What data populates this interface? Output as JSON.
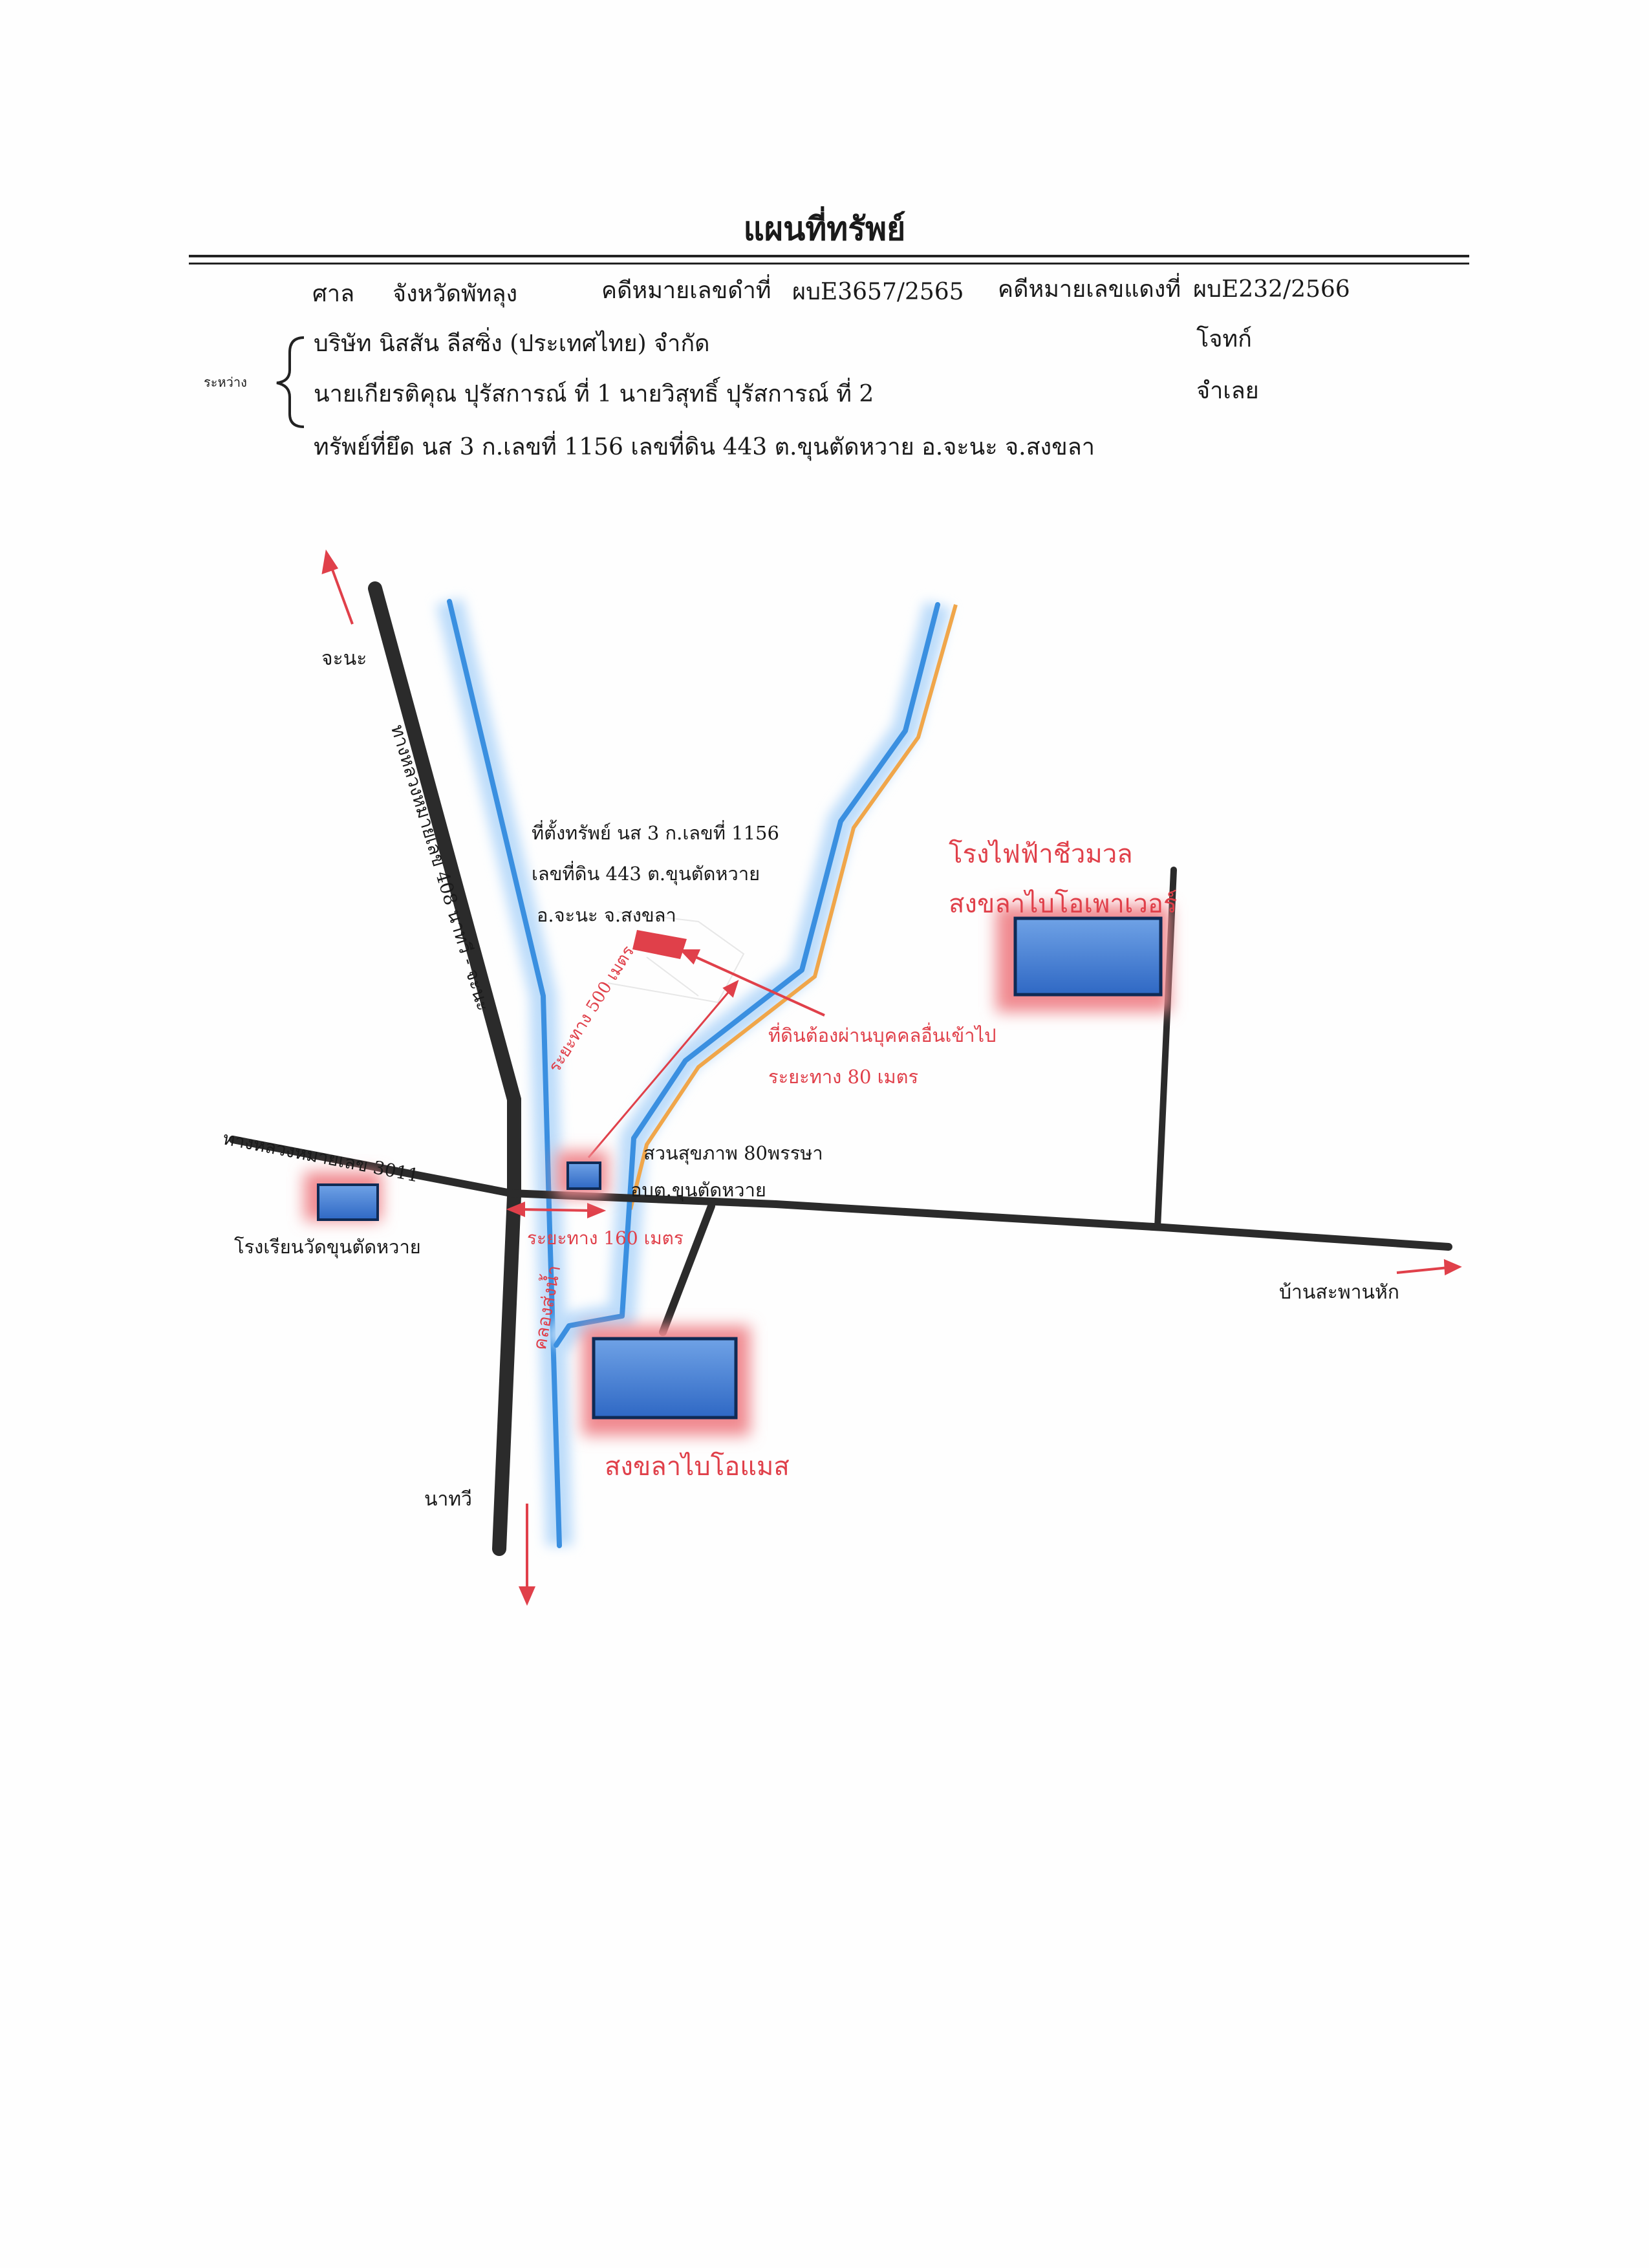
{
  "header": {
    "title": "แผนที่ทรัพย์",
    "court_label": "ศาล",
    "court_value": "จังหวัดพัทลุง",
    "black_case_label": "คดีหมายเลขดำที่",
    "black_case_value": "ผบE3657/2565",
    "red_case_label": "คดีหมายเลขแดงที่",
    "red_case_value": "ผบE232/2566",
    "between_label": "ระหว่าง",
    "plaintiff": "บริษัท นิสสัน ลีสซิ่ง (ประเทศไทย) จำกัด",
    "plaintiff_role": "โจทก์",
    "defendant": "นายเกียรติคุณ ปุรัสการณ์ ที่ 1 นายวิสุทธิ์ ปุรัสการณ์ ที่ 2",
    "defendant_role": "จำเลย",
    "seized_property": "ทรัพย์ที่ยึด  นส 3 ก.เลขที่ 1156 เลขที่ดิน 443  ต.ขุนตัดหวาย อ.จะนะ จ.สงขลา"
  },
  "map": {
    "direction_north": "จะนะ",
    "direction_south": "นาทวี",
    "direction_east": "บ้านสะพานหัก",
    "highway_label": "ทางหลวงหมายเลข 408 นาทวี - จะนะ",
    "road_3011_label": "ทางหลวงหมายเลข 3011",
    "property_location_line1": "ที่ตั้งทรัพย์ นส 3 ก.เลขที่ 1156",
    "property_location_line2": "เลขที่ดิน 443  ต.ขุนตัดหวาย",
    "property_location_line3": "อ.จะนะ จ.สงขลา",
    "access_note_line1": "ที่ดินต้องผ่านบุคคลอื่นเข้าไป",
    "access_note_line2": "ระยะทาง 80 เมตร",
    "distance_500": "ระยะทาง 500 เมตร",
    "distance_160": "ระยะทาง 160 เมตร",
    "canal_label": "คลองส่งน้ำ",
    "park_line1": "สวนสุขภาพ 80พรรษา",
    "park_line2": "อบต.ขุนตัดหวาย",
    "school_label": "โรงเรียนวัดขุนตัดหวาย",
    "power_plant_line1": "โรงไฟฟ้าชีวมวล",
    "power_plant_line2": "สงขลาไบโอเพาเวอร์",
    "biomass_label": "สงขลาไบโอแมส"
  },
  "colors": {
    "water": "#3a8fe0",
    "water_glow": "#cfe6fb",
    "road": "#2b2b2b",
    "accent_red": "#e0404a",
    "building_blue": "#3c78d0",
    "orange_road": "#f0a64a"
  }
}
